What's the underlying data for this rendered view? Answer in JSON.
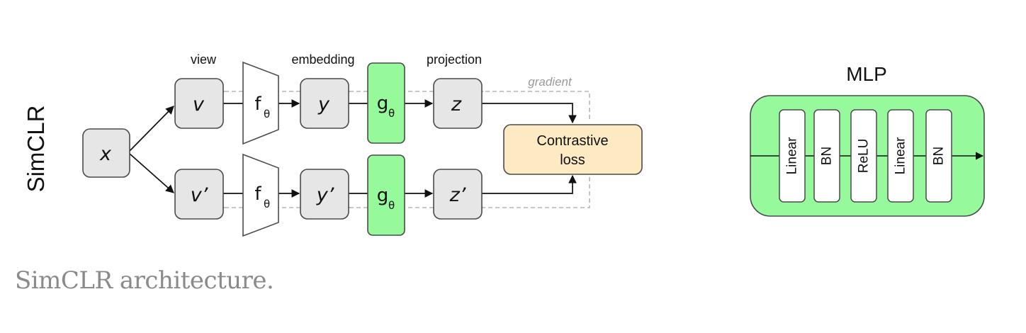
{
  "diagram": {
    "side_label": "SimCLR",
    "column_labels": {
      "view": "view",
      "embedding": "embedding",
      "projection": "projection"
    },
    "gradient_label": "gradient",
    "nodes": {
      "x": "x",
      "v": "v",
      "v_prime": "v’",
      "y": "y",
      "y_prime": "y’",
      "z": "z",
      "z_prime": "z’"
    },
    "encoder": {
      "symbol": "f",
      "subscript": "θ"
    },
    "projector": {
      "symbol": "g",
      "subscript": "θ"
    },
    "loss": {
      "line1": "Contrastive",
      "line2": "loss"
    },
    "mlp": {
      "title": "MLP",
      "layers": [
        "Linear",
        "BN",
        "ReLU",
        "Linear",
        "BN"
      ]
    }
  },
  "caption": "SimCLR architecture.",
  "colors": {
    "node_fill": "#e6e6e6",
    "node_stroke": "#4a4a4a",
    "projector_fill": "#96f99c",
    "loss_fill": "#fde9c2",
    "mlp_fill": "#96f99c",
    "gradient": "#b5b5b5",
    "caption": "#8a8a8a"
  }
}
